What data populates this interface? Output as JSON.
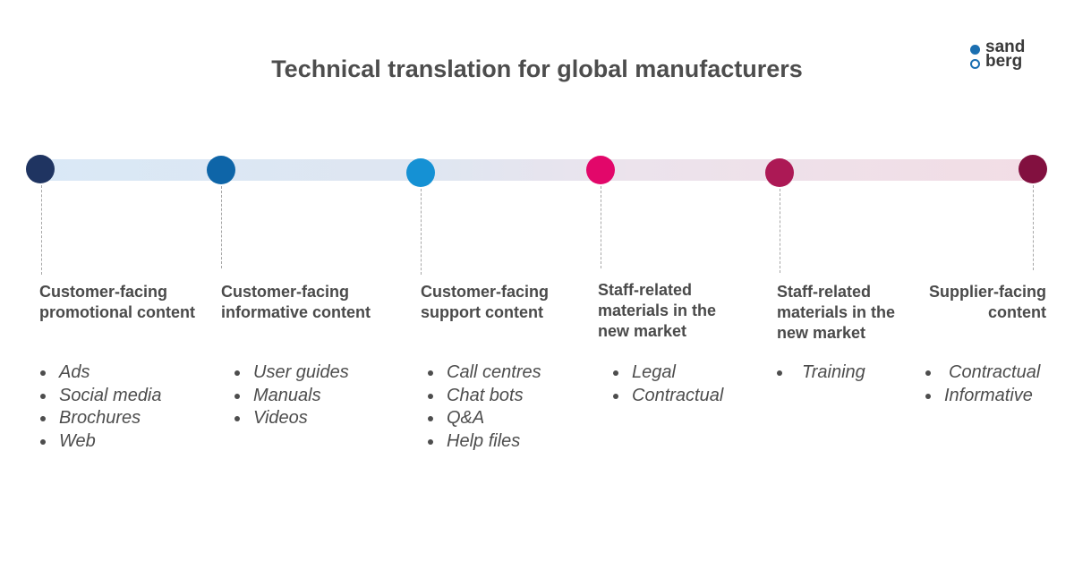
{
  "title": "Technical translation for global manufacturers",
  "logo": {
    "line1": "sand",
    "line2": "berg",
    "color": "#1b6fb1"
  },
  "colors": {
    "node1": "#1f3461",
    "node2": "#0e65a8",
    "node3": "#1591d4",
    "node4": "#e2076a",
    "node5": "#ac1955",
    "node6": "#82103f"
  },
  "stages": [
    {
      "heading": "Customer-facing promotional content",
      "items": [
        "Ads",
        "Social media",
        "Brochures",
        "Web"
      ]
    },
    {
      "heading": "Customer-facing informative content",
      "items": [
        "User guides",
        "Manuals",
        "Videos"
      ]
    },
    {
      "heading": "Customer-facing support content",
      "items": [
        "Call centres",
        "Chat bots",
        "Q&A",
        "Help files"
      ]
    },
    {
      "heading": "Staff-related materials in the new market",
      "items": [
        "Legal",
        "Contractual"
      ]
    },
    {
      "heading": "Staff-related materials in the new market",
      "items": [
        "Training"
      ]
    },
    {
      "heading": "Supplier-facing content",
      "items": [
        "Contractual",
        "Informative"
      ]
    }
  ]
}
